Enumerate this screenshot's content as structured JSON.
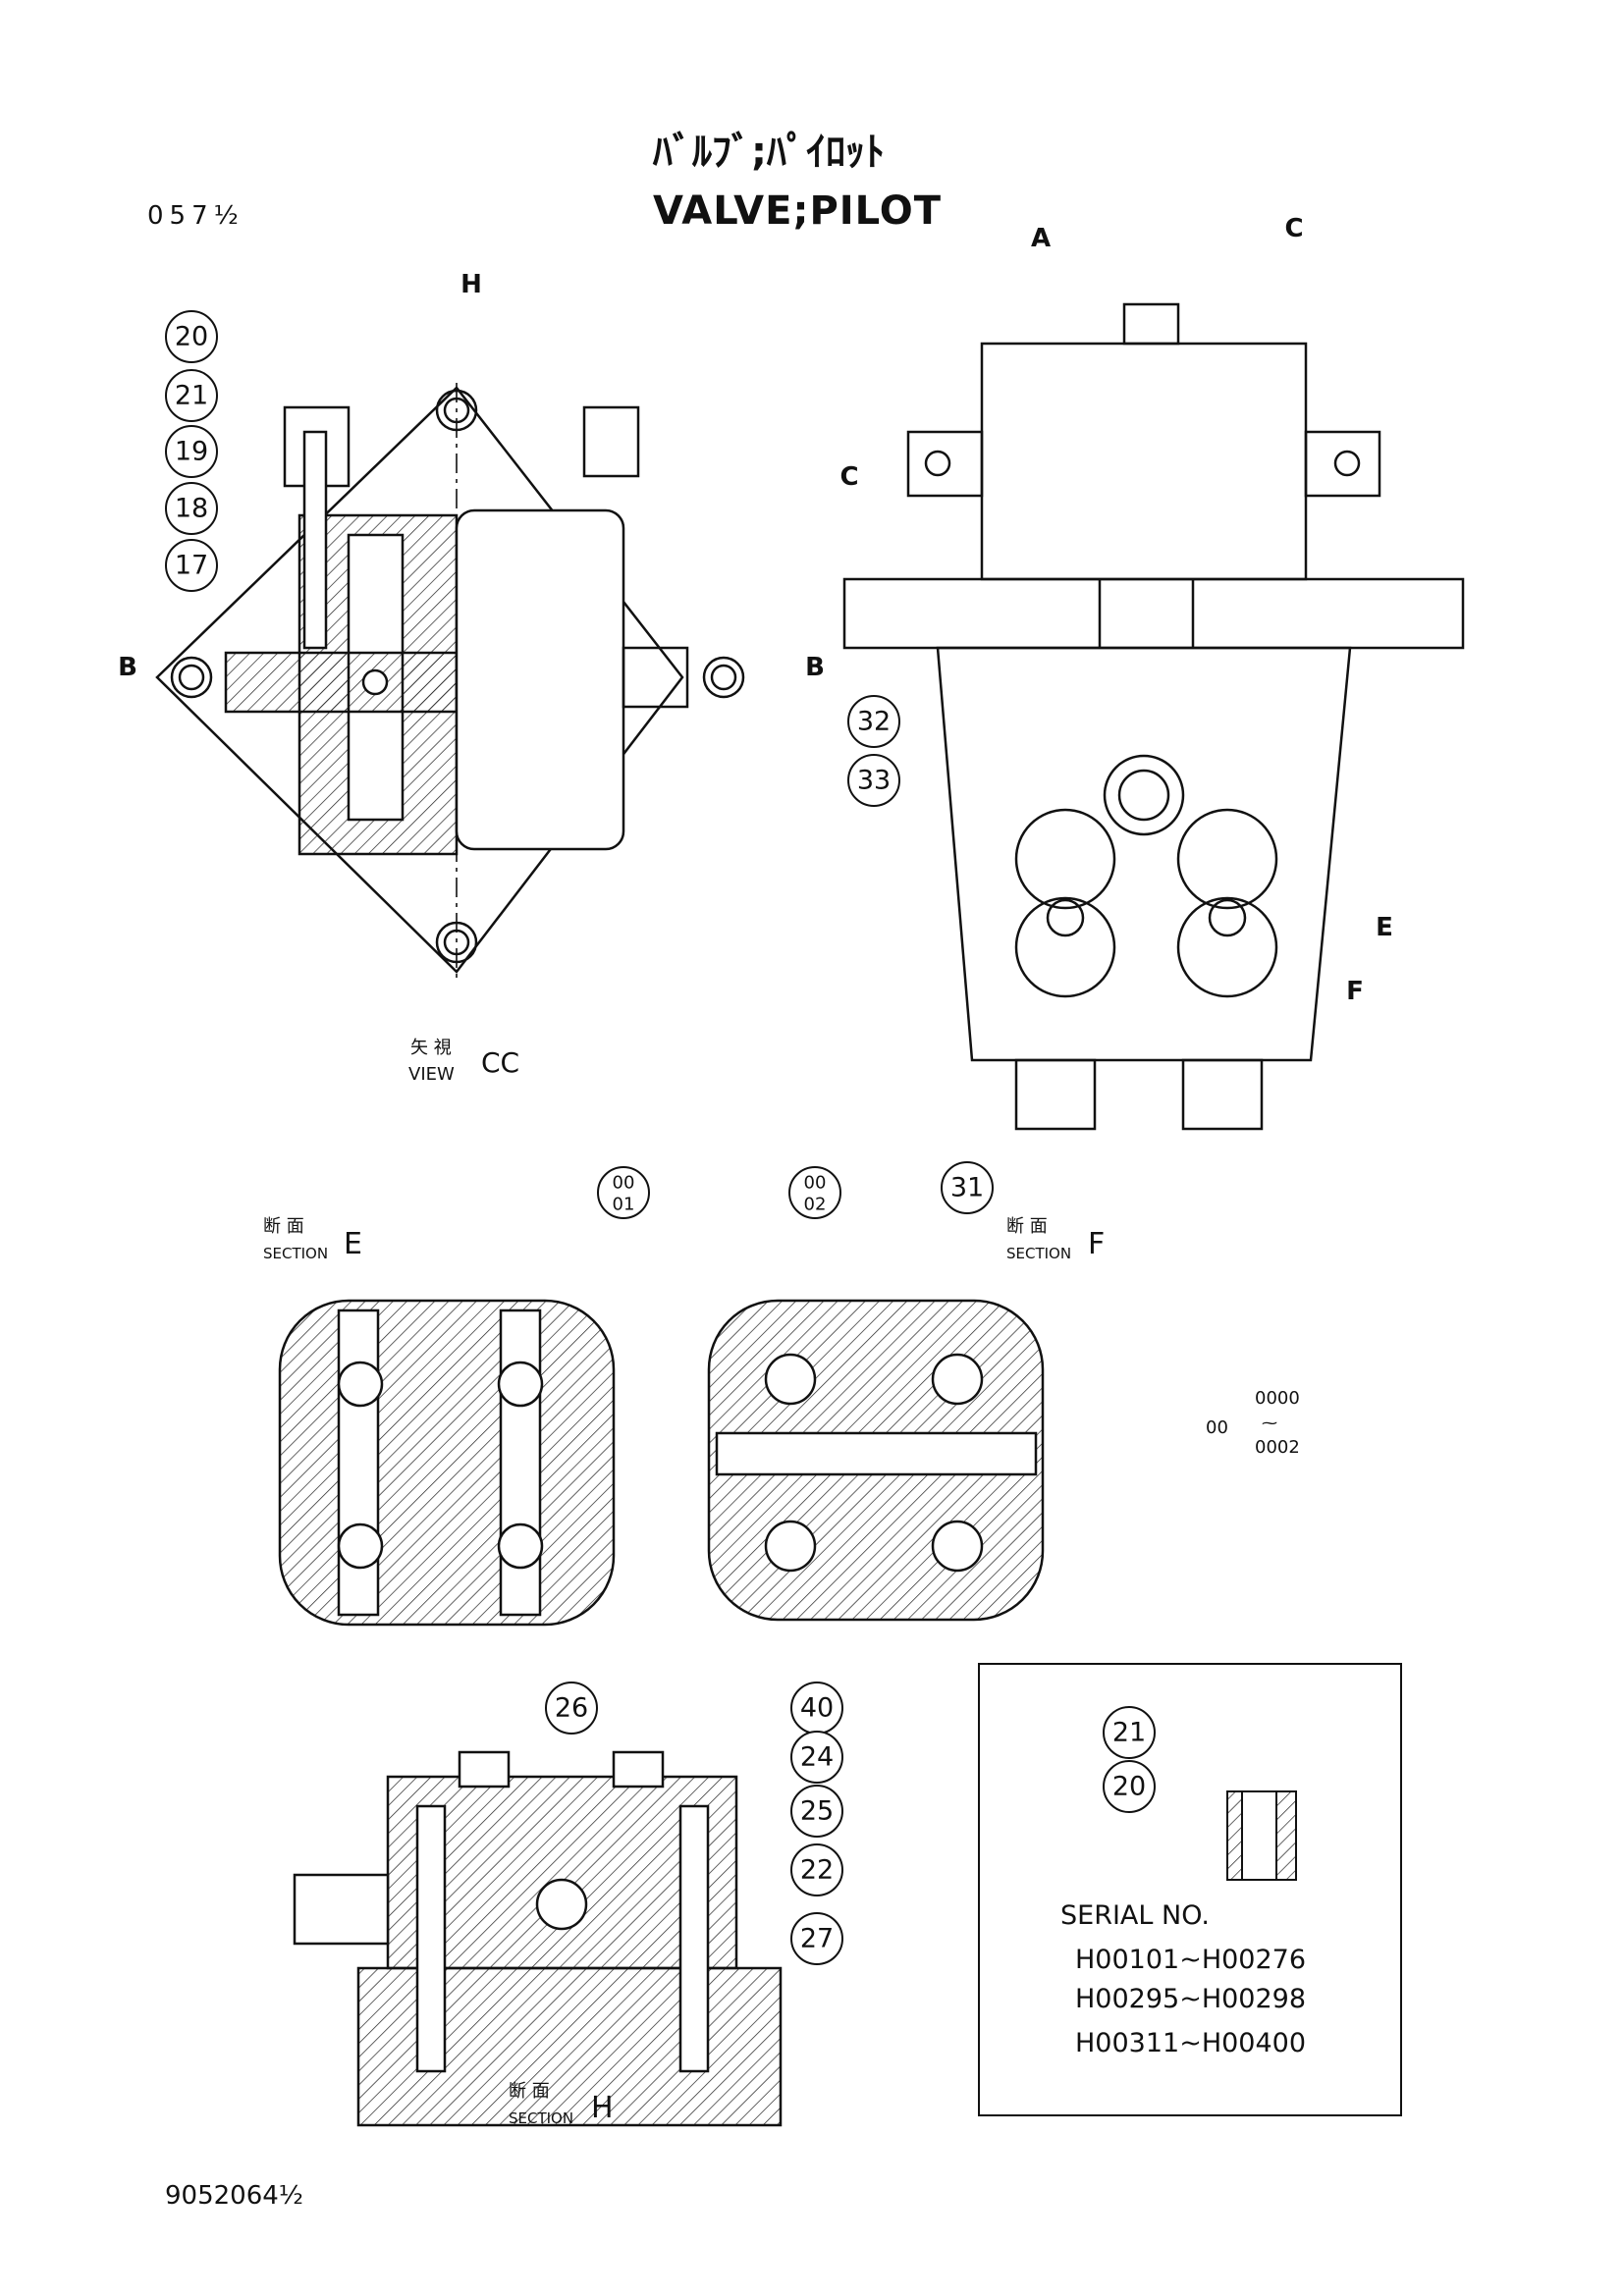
{
  "title": {
    "jp": "ﾊﾞﾙﾌﾞ;ﾊﾟｲﾛｯﾄ",
    "en": "VALVE;PILOT"
  },
  "page_code": "057½",
  "drawing_no": "9052064½",
  "view_arrows": [
    "H",
    "A",
    "C",
    "C",
    "B",
    "B",
    "E",
    "F"
  ],
  "view_cc": {
    "jp": "矢 視",
    "en": "VIEW",
    "id": "CC"
  },
  "sections": [
    {
      "jp": "断 面",
      "en": "SECTION",
      "id": "E"
    },
    {
      "jp": "断 面",
      "en": "SECTION",
      "id": "F"
    },
    {
      "jp": "断 面",
      "en": "SECTION",
      "id": "H"
    }
  ],
  "callouts": [
    "20",
    "21",
    "19",
    "18",
    "17",
    "32",
    "33",
    "31",
    "26",
    "40",
    "24",
    "25",
    "22",
    "27",
    "21",
    "20"
  ],
  "fraction_callouts": [
    {
      "top": "00",
      "bottom": "01"
    },
    {
      "top": "00",
      "bottom": "02"
    }
  ],
  "range_note": {
    "prefix": "00",
    "from": "0000",
    "sep": "⁓",
    "to": "0002"
  },
  "serial": {
    "heading": "SERIAL NO.",
    "ranges": [
      "H00101~H00276",
      "H00295~H00298",
      "H00311~H00400"
    ]
  }
}
